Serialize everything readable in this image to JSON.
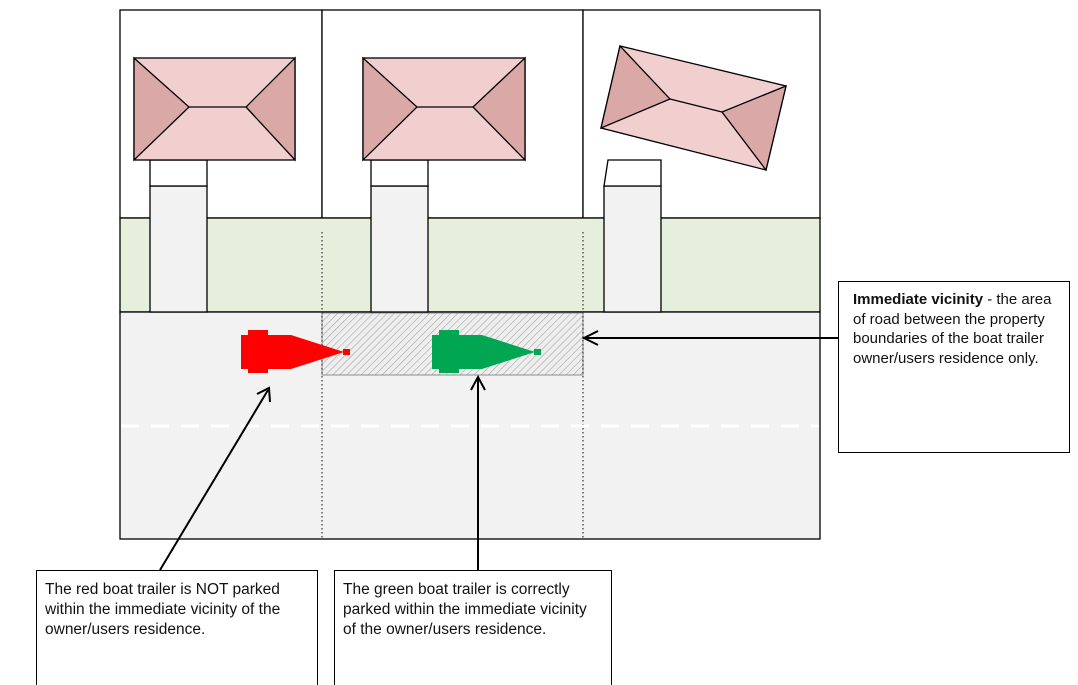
{
  "callouts": {
    "vicinity": {
      "term": "Immediate vicinity",
      "definition": " - the area of road between the property boundaries of the boat trailer owner/users residence only."
    },
    "red_trailer": "The red boat trailer is NOT parked within the immediate vicinity of the owner/users residence.",
    "green_trailer": "The green boat trailer is correctly parked within the immediate vicinity of the owner/users residence."
  },
  "colors": {
    "red_trailer": "#ff0000",
    "green_trailer": "#00a651",
    "verge": "#e6efdc",
    "road": "#f2f2f2",
    "roof": "#f2cfcf",
    "roof_side": "#dba8a8",
    "driveway": "#f2f2f2"
  }
}
